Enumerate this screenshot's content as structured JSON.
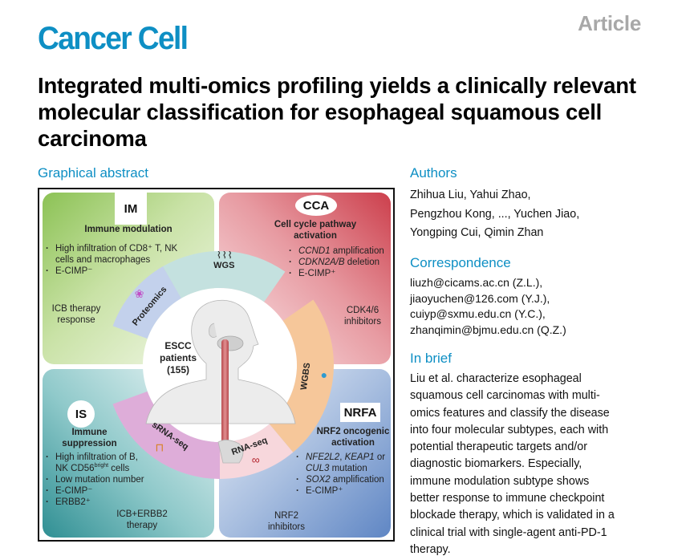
{
  "journal": "Cancer Cell",
  "article_type": "Article",
  "title": "Integrated multi-omics profiling yields a clinically relevant molecular classification for esophageal squamous cell carcinoma",
  "graphical_abstract": {
    "heading": "Graphical abstract",
    "center_label": [
      "ESCC",
      "patients",
      "(155)"
    ],
    "omics": [
      {
        "label": "WGS",
        "icon": "dna-helix-icon",
        "color": "#c4e1df"
      },
      {
        "label": "WGBS",
        "icon": "nucleosome-methylation-icon",
        "color": "#f6c79a"
      },
      {
        "label": "RNA-seq",
        "icon": "rna-helix-icon",
        "color": "#f7d7dc"
      },
      {
        "label": "sRNA-seq",
        "icon": "srna-icon",
        "color": "#deadd9"
      },
      {
        "label": "Proteomics",
        "icon": "protein-structure-icon",
        "color": "#c3d1ec"
      }
    ],
    "subtypes": {
      "im": {
        "code": "IM",
        "name": "Immune modulation",
        "features": [
          "High infiltration of CD8⁺ T, NK cells and macrophages",
          "E-CIMP⁻"
        ],
        "therapy": [
          "ICB therapy",
          "response"
        ]
      },
      "cca": {
        "code": "CCA",
        "name": [
          "Cell cycle pathway",
          "activation"
        ],
        "features": [
          {
            "italic": "CCND1",
            "text": " amplification"
          },
          {
            "italic": "CDKN2A/B",
            "text": " deletion"
          },
          {
            "italic": "",
            "text": "E-CIMP⁺"
          }
        ],
        "therapy": [
          "CDK4/6",
          "inhibitors"
        ]
      },
      "is": {
        "code": "IS",
        "name": [
          "Immune",
          "suppression"
        ],
        "features": [
          "High infiltration of B,",
          "NK CD56",
          "bright",
          " cells",
          "Low mutation number",
          "E-CIMP⁻",
          "ERBB2⁺"
        ],
        "therapy": [
          "ICB+ERBB2",
          "therapy"
        ]
      },
      "nrfa": {
        "code": "NRFA",
        "name": [
          "NRF2 oncogenic",
          "activation"
        ],
        "features": [
          "NFE2L2",
          ", ",
          "KEAP1",
          " or",
          "CUL3",
          " mutation",
          "SOX2",
          " amplification",
          "E-CIMP⁺"
        ],
        "therapy": [
          "NRF2",
          "inhibitors"
        ]
      }
    }
  },
  "authors": {
    "heading": "Authors",
    "lines": [
      "Zhihua Liu, Yahui Zhao,",
      "Pengzhou Kong, ..., Yuchen Jiao,",
      "Yongping Cui, Qimin Zhan"
    ]
  },
  "correspondence": {
    "heading": "Correspondence",
    "lines": [
      "liuzh@cicams.ac.cn (Z.L.),",
      "jiaoyuchen@126.com (Y.J.),",
      "cuiyp@sxmu.edu.cn (Y.C.),",
      "zhanqimin@bjmu.edu.cn (Q.Z.)"
    ]
  },
  "in_brief": {
    "heading": "In brief",
    "lines": [
      "Liu et al. characterize esophageal",
      "squamous cell carcinomas with multi-",
      "omics features and classify the disease",
      "into four molecular subtypes, each with",
      "potential therapeutic targets and/or",
      "diagnostic biomarkers. Especially,",
      "immune modulation subtype shows",
      "better response to immune checkpoint",
      "blockade therapy, which is validated in a",
      "clinical trial with single-agent anti-PD-1",
      "therapy."
    ]
  },
  "colors": {
    "brand_blue": "#0e8fc4",
    "article_gray": "#a8a8a8",
    "im_green": "#8cc255",
    "cca_red": "#cc3f4c",
    "is_teal": "#2f8f93",
    "nrfa_blue": "#5f86c4",
    "esophagus_red": "#c9575a"
  }
}
